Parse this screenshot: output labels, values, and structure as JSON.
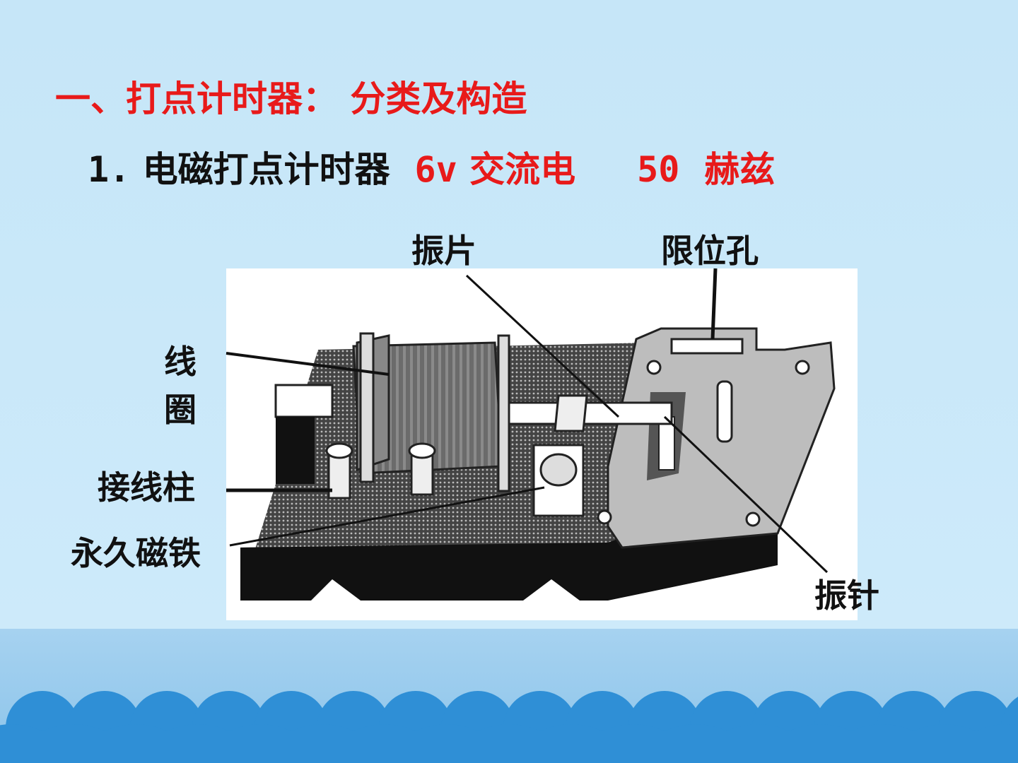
{
  "slide": {
    "title": "一、打点计时器： 分类及构造",
    "subtitle": {
      "number": "1.",
      "name": "电磁打点计时器",
      "voltage": "6v",
      "current_type": "交流电",
      "frequency": "50",
      "unit": "赫兹"
    }
  },
  "diagram": {
    "labels": {
      "vibrating_plate": "振片",
      "limit_hole": "限位孔",
      "coil": "线圈",
      "terminal": "接线柱",
      "permanent_magnet": "永久磁铁",
      "vibrating_needle": "振针"
    }
  },
  "colors": {
    "accent_red": "#e81a1a",
    "background": "#c9e8f9",
    "wave_blue": "#2f8fd6"
  }
}
